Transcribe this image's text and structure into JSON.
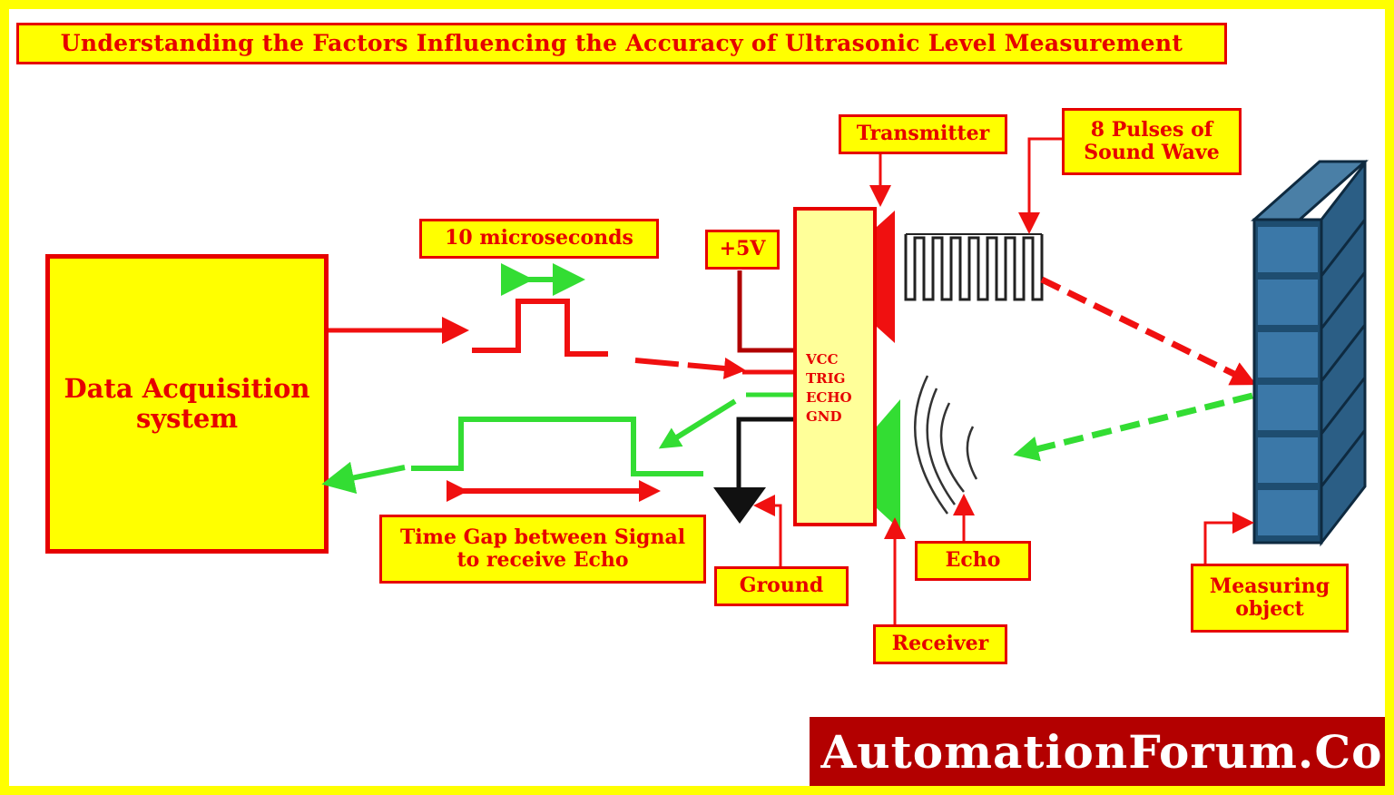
{
  "title": "Understanding the Factors Influencing the Accuracy of Ultrasonic Level Measurement",
  "daq": {
    "line1": "Data Acquisition",
    "line2": "system"
  },
  "labels": {
    "pulse_width": "10 microseconds",
    "vcc_supply": "+5V",
    "transmitter": "Transmitter",
    "pulses_line1": "8 Pulses of",
    "pulses_line2": "Sound Wave",
    "time_gap_line1": "Time Gap between Signal",
    "time_gap_line2": "to receive Echo",
    "ground": "Ground",
    "echo": "Echo",
    "receiver": "Receiver",
    "measuring_line1": "Measuring",
    "measuring_line2": "object"
  },
  "pins": [
    "VCC",
    "TRIG",
    "ECHO",
    "GND"
  ],
  "brand": "AutomationForum.Co",
  "colors": {
    "background": "#ffff00",
    "label_fill": "#ffff00",
    "label_border": "#e60000",
    "text_red": "#e60000",
    "trigger_signal": "#f01010",
    "echo_signal": "#33dd33",
    "supply_line": "#b00000",
    "ground_line": "#111111",
    "wall": "#1e4d70",
    "brand_bg": "#b30000"
  }
}
